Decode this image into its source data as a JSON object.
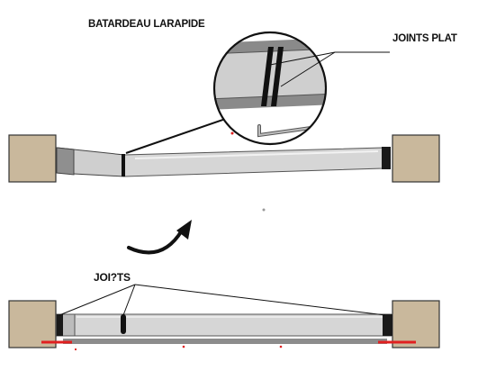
{
  "diagram": {
    "title": "BATARDEAU LARAPIDE",
    "labels": {
      "joints_plat": "JOINTS PLAT",
      "joints_bottom": "JOI?TS"
    }
  },
  "colors": {
    "wall": "#c9b89c",
    "beam": "#d2d2d2",
    "beam_dark": "#9a9a9a",
    "seal": "#111111",
    "leak_mark": "#e02020",
    "base_strip": "#8c8c8c"
  }
}
